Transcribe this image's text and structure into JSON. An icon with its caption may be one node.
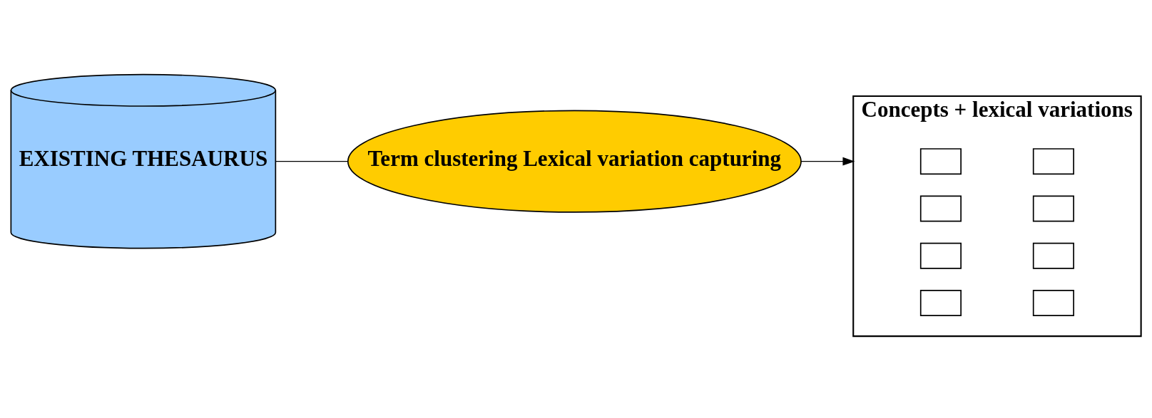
{
  "diagram": {
    "nodes": [
      {
        "text": [
          "EXISTING THESAURUS"
        ]
      },
      {
        "text": [
          "Term clustering Lexical variation capturing"
        ]
      },
      {
        "text": [
          "Concepts + lexical variations"
        ]
      },
      {
        "text": [],
        "shape": "box",
        "in": 2
      },
      {
        "text": [],
        "shape": "box",
        "in": 2
      },
      {
        "text": [],
        "shape": "box",
        "in": 2
      },
      {
        "text": [],
        "shape": "box",
        "in": 2
      },
      {
        "text": [],
        "shape": "box",
        "in": 2
      },
      {
        "text": [],
        "shape": "box",
        "in": 2
      },
      {
        "text": [],
        "shape": "box",
        "in": 2
      },
      {
        "text": [],
        "shape": "box",
        "in": 2
      }
    ],
    "edges": [
      {
        "from": 0,
        "to": 1,
        "arrow": "none"
      },
      {
        "from": 1,
        "to": 2,
        "arrow": "to"
      }
    ]
  }
}
